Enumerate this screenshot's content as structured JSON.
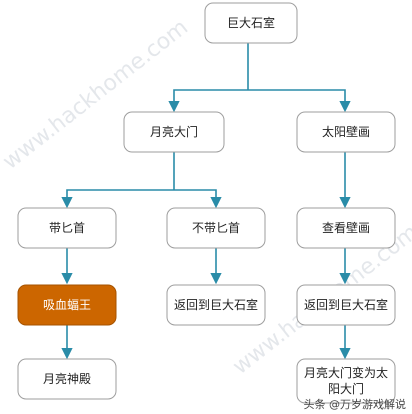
{
  "diagram": {
    "nodes": {
      "root": "巨大石室",
      "moon_door": "月亮大门",
      "sun_mural": "太阳壁画",
      "with_dagger": "带匕首",
      "without_dagger": "不带匕首",
      "view_mural": "查看壁画",
      "bat_king": "吸血蝠王",
      "return_a": "返回到巨大石室",
      "return_b": "返回到巨大石室",
      "moon_temple": "月亮神殿",
      "moon_to_sun_1": "月亮大门变为太",
      "moon_to_sun_2": "阳大门"
    }
  },
  "watermarks": [
    "www.hackhome.com",
    "www.hackhome.com"
  ],
  "credit": "头条 @万岁游戏解说",
  "colors": {
    "edge": "#2a8ca8",
    "highlight": "#cc6600"
  }
}
